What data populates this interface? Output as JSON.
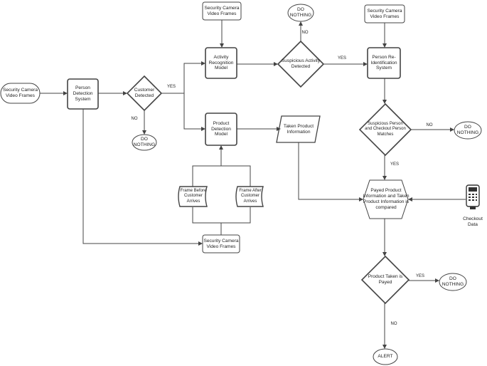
{
  "nodes": {
    "src_left": "Security Camera\nVideo Frames",
    "src_top_mid": "Security Camera\nVideo Frames",
    "src_top_right": "Security Camera\nVideo Frames",
    "src_bottom_mid": "Security Camera\nVideo Frames",
    "person_detection": "Person\nDetection\nSystem",
    "customer_detected": "Customer\nDetected",
    "do_nothing_1": "DO\nNOTHING",
    "do_nothing_2": "DO\nNOTHING",
    "do_nothing_3": "DO\nNOTHING",
    "do_nothing_4": "DO\nNOTHING",
    "activity_recognition": "Activity\nRecognition\nModel",
    "suspicious_activity": "Suspicious Activity\nDetected",
    "person_reid": "Person Re-\nIdentification\nSystem",
    "product_detection": "Product\nDetection\nModel",
    "taken_product": "Taken Product\nInformation",
    "frame_before": "Frame Before\nCustomer\nArrives",
    "frame_after": "Frame After\nCustomer\nArrives",
    "suspicious_person": "Suspicious Person\nand Checkout Person\nMatches",
    "compare": "Payed Product\nInformation and Taken\nProduct Information  is\ncompared",
    "checkout_data": "Checkout\nData",
    "product_payed": "Product Taken is\nPayed",
    "alert": "ALERT"
  },
  "edge_labels": {
    "yes_customer": "YES",
    "no_customer": "NO",
    "no_activity": "NO",
    "yes_activity": "YES",
    "no_person": "NO",
    "yes_person": "YES",
    "yes_payed": "YES",
    "no_payed": "NO"
  }
}
